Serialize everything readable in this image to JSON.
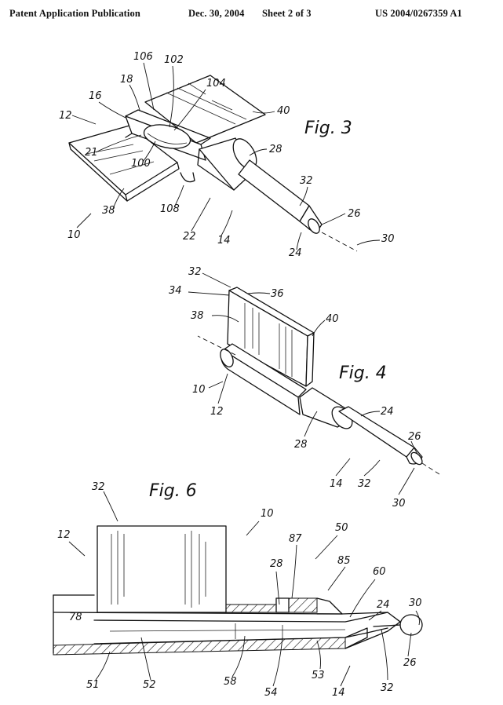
{
  "header": {
    "left": "Patent Application Publication",
    "date": "Dec. 30, 2004",
    "sheet": "Sheet 2 of 3",
    "number": "US 2004/0267359 A1"
  },
  "fig3": {
    "title": "Fig. 3",
    "labels": {
      "l106": "106",
      "l102": "102",
      "l18": "18",
      "l104": "104",
      "l16": "16",
      "l12": "12",
      "l40": "40",
      "l28": "28",
      "l21": "21",
      "l100": "100",
      "l32": "32",
      "l38": "38",
      "l108": "108",
      "l26": "26",
      "l22": "22",
      "l14": "14",
      "l10": "10",
      "l24": "24",
      "l30": "30"
    }
  },
  "fig4": {
    "title": "Fig. 4",
    "labels": {
      "l32": "32",
      "l36": "36",
      "l34": "34",
      "l38": "38",
      "l40": "40",
      "l10": "10",
      "l12": "12",
      "l24": "24",
      "l28": "28",
      "l26": "26",
      "l14": "14",
      "l32b": "32",
      "l30": "30"
    }
  },
  "fig6": {
    "title": "Fig. 6",
    "labels": {
      "l32": "32",
      "l10": "10",
      "l12": "12",
      "l87": "87",
      "l50": "50",
      "l28": "28",
      "l85": "85",
      "l60": "60",
      "l24": "24",
      "l30": "30",
      "l78": "78",
      "l26": "26",
      "l51": "51",
      "l52": "52",
      "l58": "58",
      "l54": "54",
      "l53": "53",
      "l14": "14",
      "l32b": "32"
    }
  }
}
